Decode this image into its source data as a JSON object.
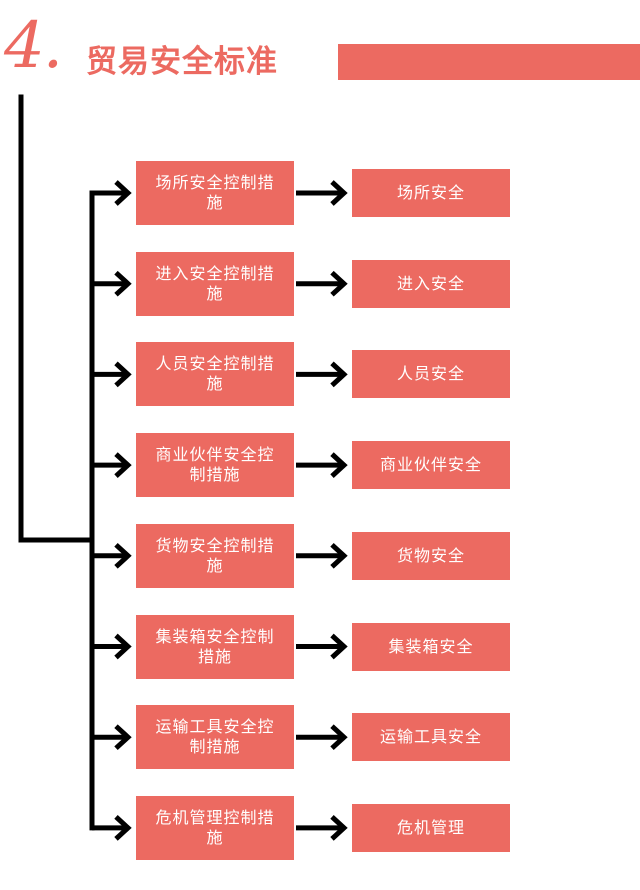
{
  "header": {
    "number": "4.",
    "title": "贸易安全标准"
  },
  "colors": {
    "accent": "#ec6a61",
    "line": "#000000",
    "box_text": "#ffffff"
  },
  "rows": [
    {
      "measure": "场所安全控制措施",
      "result": "场所安全"
    },
    {
      "measure": "进入安全控制措施",
      "result": "进入安全"
    },
    {
      "measure": "人员安全控制措施",
      "result": "人员安全"
    },
    {
      "measure": "商业伙伴安全控制措施",
      "result": "商业伙伴安全"
    },
    {
      "measure": "货物安全控制措施",
      "result": "货物安全"
    },
    {
      "measure": "集装箱安全控制措施",
      "result": "集装箱安全"
    },
    {
      "measure": "运输工具安全控制措施",
      "result": "运输工具安全"
    },
    {
      "measure": "危机管理控制措施",
      "result": "危机管理"
    }
  ]
}
